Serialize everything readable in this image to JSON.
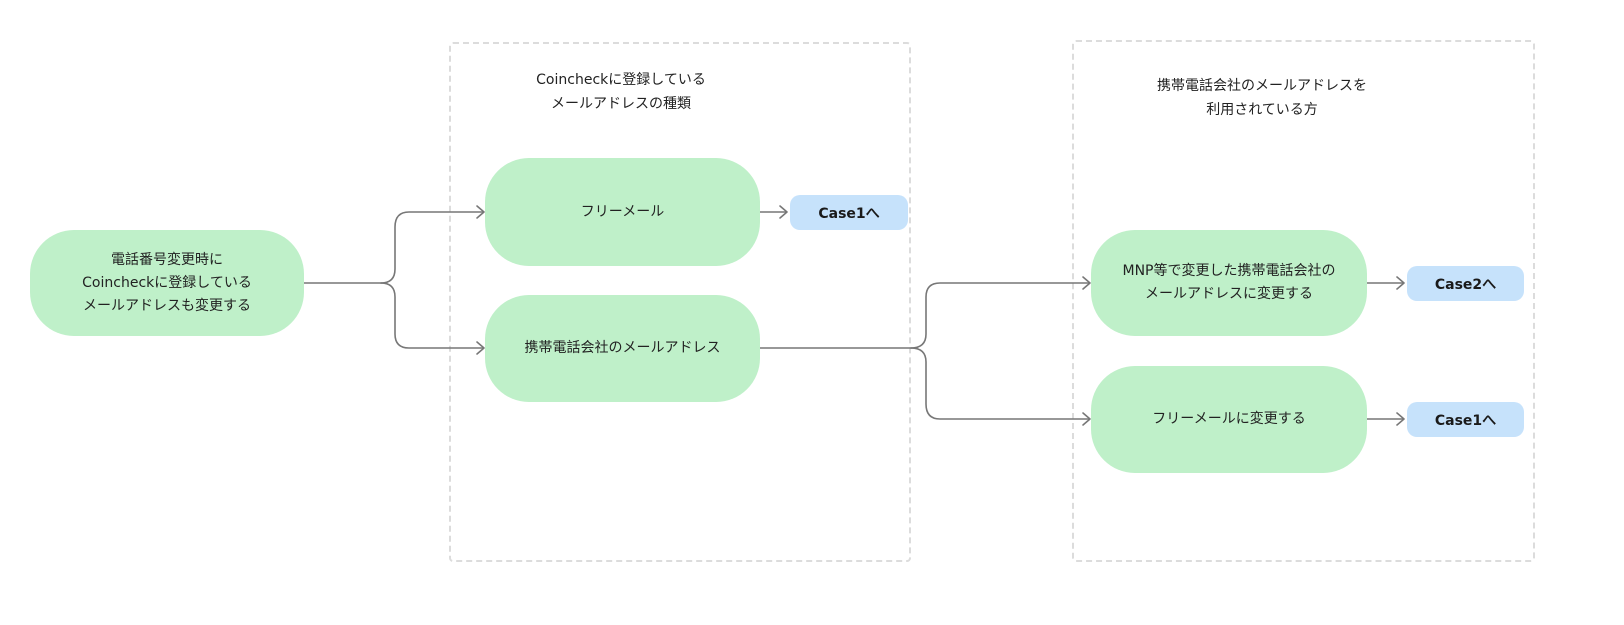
{
  "groups": {
    "registered_type": {
      "title": "Coincheckに登録している\nメールアドレスの種類"
    },
    "carrier_users": {
      "title": "携帯電話会社のメールアドレスを\n利用されている方"
    }
  },
  "nodes": {
    "start": "電話番号変更時に\nCoincheckに登録している\nメールアドレスも変更する",
    "free_mail": "フリーメール",
    "carrier_mail": "携帯電話会社のメールアドレス",
    "change_to_mnp_carrier": "MNP等で変更した携帯電話会社の\nメールアドレスに変更する",
    "change_to_free_mail": "フリーメールに変更する"
  },
  "cases": {
    "free_mail_case": "Case1へ",
    "mnp_case": "Case2へ",
    "change_free_case": "Case1へ"
  },
  "colors": {
    "node_fill": "#bff0c9",
    "case_fill": "#c6e2fb",
    "connector": "#777777",
    "group_border": "#dcdcdc"
  }
}
